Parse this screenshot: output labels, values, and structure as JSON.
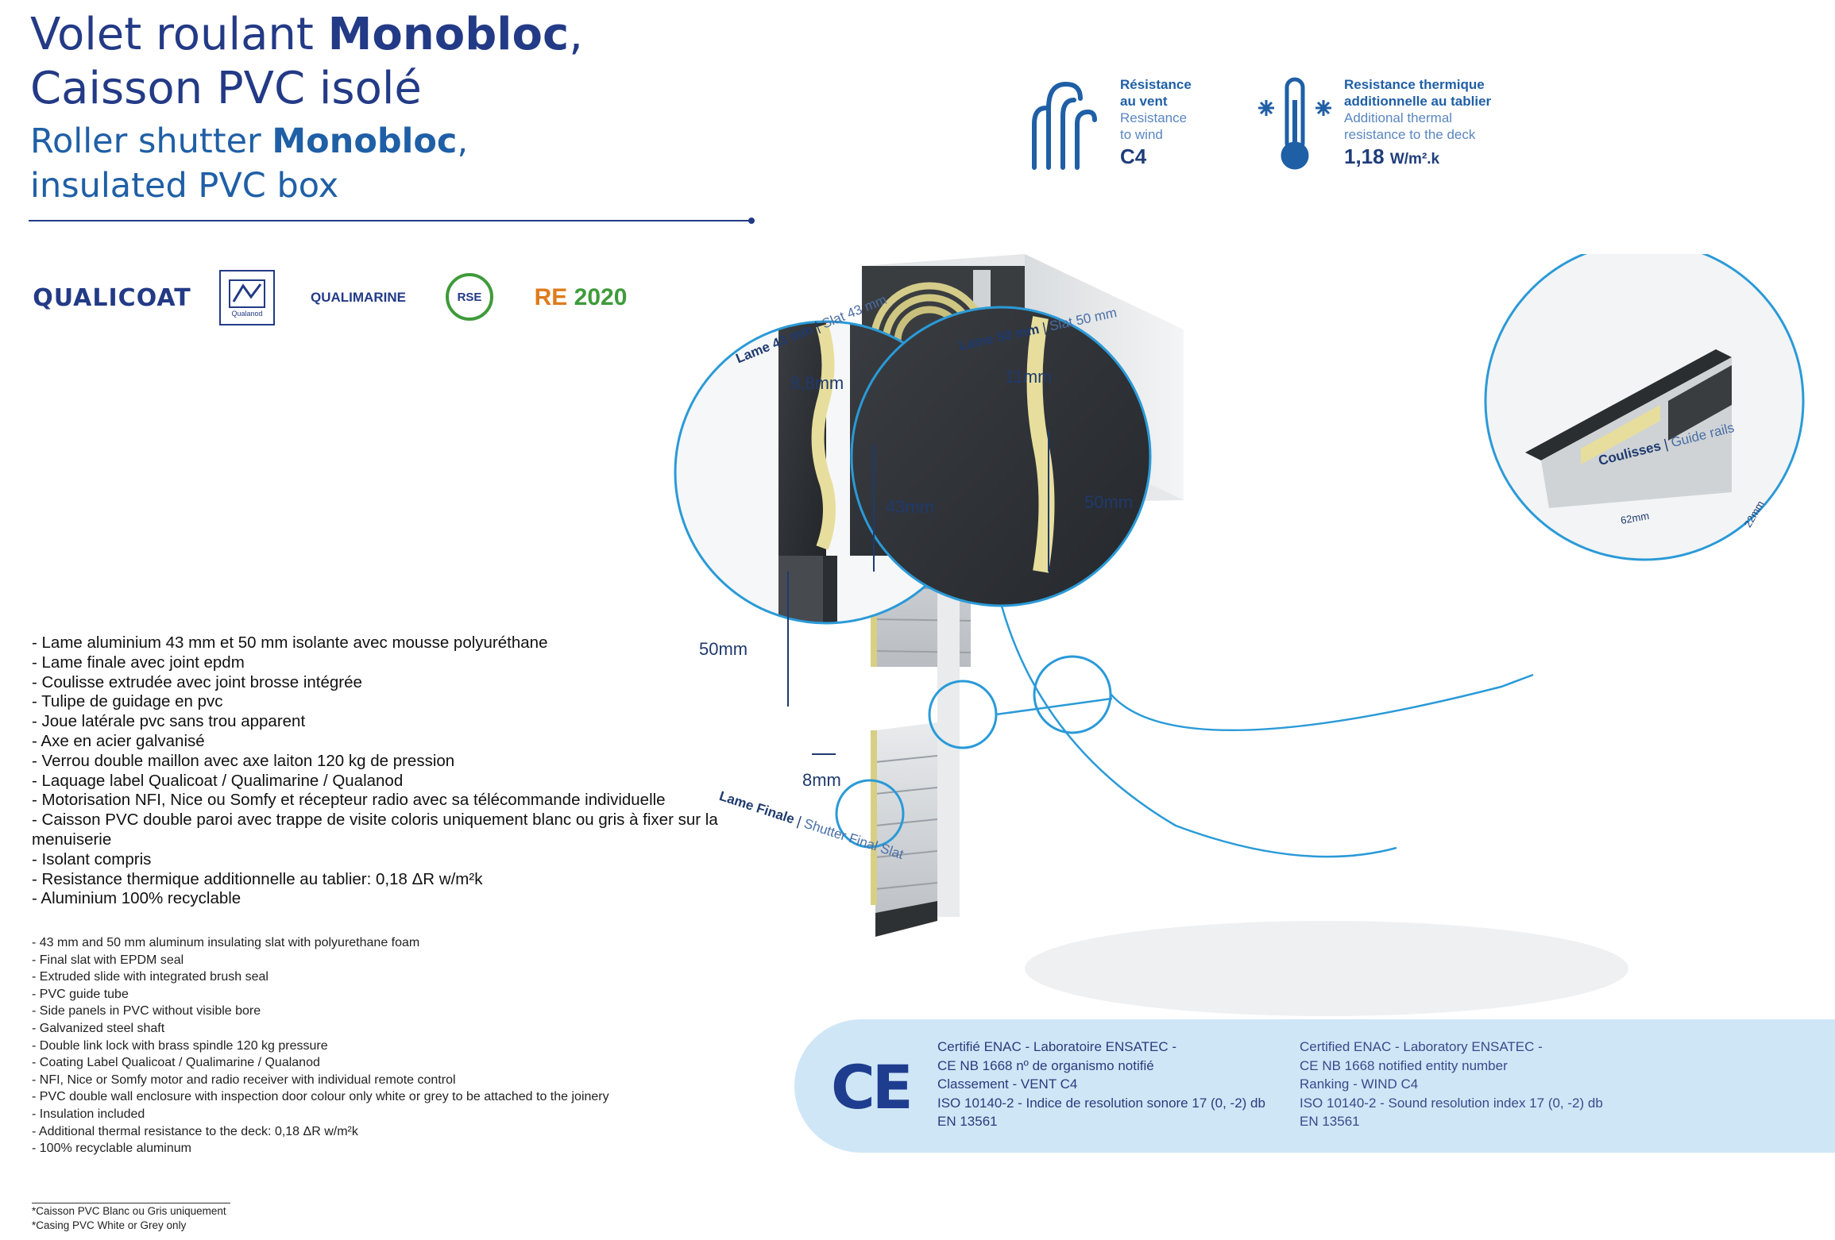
{
  "header": {
    "title_fr_line1_pre": "Volet roulant ",
    "title_fr_line1_bold": "Monobloc",
    "title_fr_line1_post": ",",
    "title_fr_line2": "Caisson PVC isolé",
    "title_en_line1_pre": "Roller shutter ",
    "title_en_line1_bold": "Monobloc",
    "title_en_line1_post": ",",
    "title_en_line2": "insulated PVC box"
  },
  "logos": {
    "qualicoat": "QUALICOAT",
    "qualanod": "Qualanod",
    "qualimarine": "QUALIMARINE",
    "rse": "RSE",
    "re2020_re": "RE",
    "re2020_year": "2020"
  },
  "stats": {
    "wind": {
      "title_fr_1": "Résistance",
      "title_fr_2": "au vent",
      "title_en_1": "Resistance",
      "title_en_2": "to wind",
      "value": "C4"
    },
    "thermal": {
      "title_fr_1": "Resistance thermique",
      "title_fr_2": "additionnelle au tablier",
      "title_en_1": "Additional thermal",
      "title_en_2": "resistance to the deck",
      "value": "1,18",
      "unit": "W/m².k"
    }
  },
  "features_fr": [
    "- Lame aluminium 43 mm et 50 mm isolante avec mousse polyuréthane",
    "- Lame finale avec joint epdm",
    "- Coulisse extrudée avec joint brosse intégrée",
    "- Tulipe de guidage en pvc",
    "- Joue latérale pvc sans trou apparent",
    "- Axe en acier galvanisé",
    "- Verrou double maillon avec axe laiton 120 kg de pression",
    "- Laquage label Qualicoat / Qualimarine / Qualanod",
    "- Motorisation NFI, Nice ou Somfy et récepteur radio avec sa télécommande individuelle",
    "- Caisson PVC double paroi avec trappe de visite coloris uniquement blanc ou gris à fixer sur la menuiserie",
    "- Isolant compris",
    "- Resistance thermique additionnelle au tablier: 0,18 ΔR w/m²k",
    "- Aluminium 100% recyclable"
  ],
  "features_en": [
    "- 43 mm and 50 mm aluminum insulating slat with polyurethane foam",
    "- Final slat with EPDM seal",
    "- Extruded slide with integrated brush seal",
    "- PVC guide tube",
    "- Side panels in PVC without visible bore",
    "- Galvanized steel shaft",
    "- Double link lock with brass spindle 120 kg pressure",
    "- Coating Label Qualicoat / Qualimarine / Qualanod",
    "- NFI, Nice or Somfy motor and radio receiver with individual remote control",
    "- PVC double wall enclosure with inspection door colour only white or grey to be attached to the joinery",
    "- Insulation included",
    "- Additional thermal resistance to the deck: 0,18 ΔR w/m²k",
    "- 100% recyclable aluminum"
  ],
  "footnotes": {
    "fr": "*Caisson PVC Blanc ou Gris uniquement",
    "en": "*Casing PVC White or Grey only"
  },
  "diagram": {
    "slat43_label_fr": "Lame 43 mm",
    "slat43_label_en": "Slat 43 mm",
    "slat50_label_fr": "Lame 50 mm",
    "slat50_label_en": "Slat 50 mm",
    "final_label_fr": "Lame Finale",
    "final_label_en": "Shutter Final Slat",
    "guide_label_fr": "Coulisses",
    "guide_label_en": "Guide rails",
    "dim_88": "8,8mm",
    "dim_43": "43mm",
    "dim_11": "11mm",
    "dim_50a": "50mm",
    "dim_50b": "50mm",
    "dim_8": "8mm",
    "dim_62": "62mm",
    "dim_22": "22mm"
  },
  "certification": {
    "mark": "CE",
    "fr": [
      "Certifié ENAC - Laboratoire ENSATEC -",
      "CE NB 1668 nº de organismo notifié",
      "Classement - VENT C4",
      "ISO 10140-2 - Indice de resolution sonore 17 (0, -2) db",
      "EN 13561"
    ],
    "en": [
      "Certified ENAC - Laboratory ENSATEC -",
      "CE NB 1668 notified entity number",
      "Ranking - WIND C4",
      "ISO 10140-2 - Sound resolution index 17 (0, -2) db",
      "EN 13561"
    ]
  },
  "colors": {
    "navy": "#233a86",
    "blue": "#1f5fa6",
    "band": "#cfe6f7",
    "circle": "#2a9ad8"
  }
}
